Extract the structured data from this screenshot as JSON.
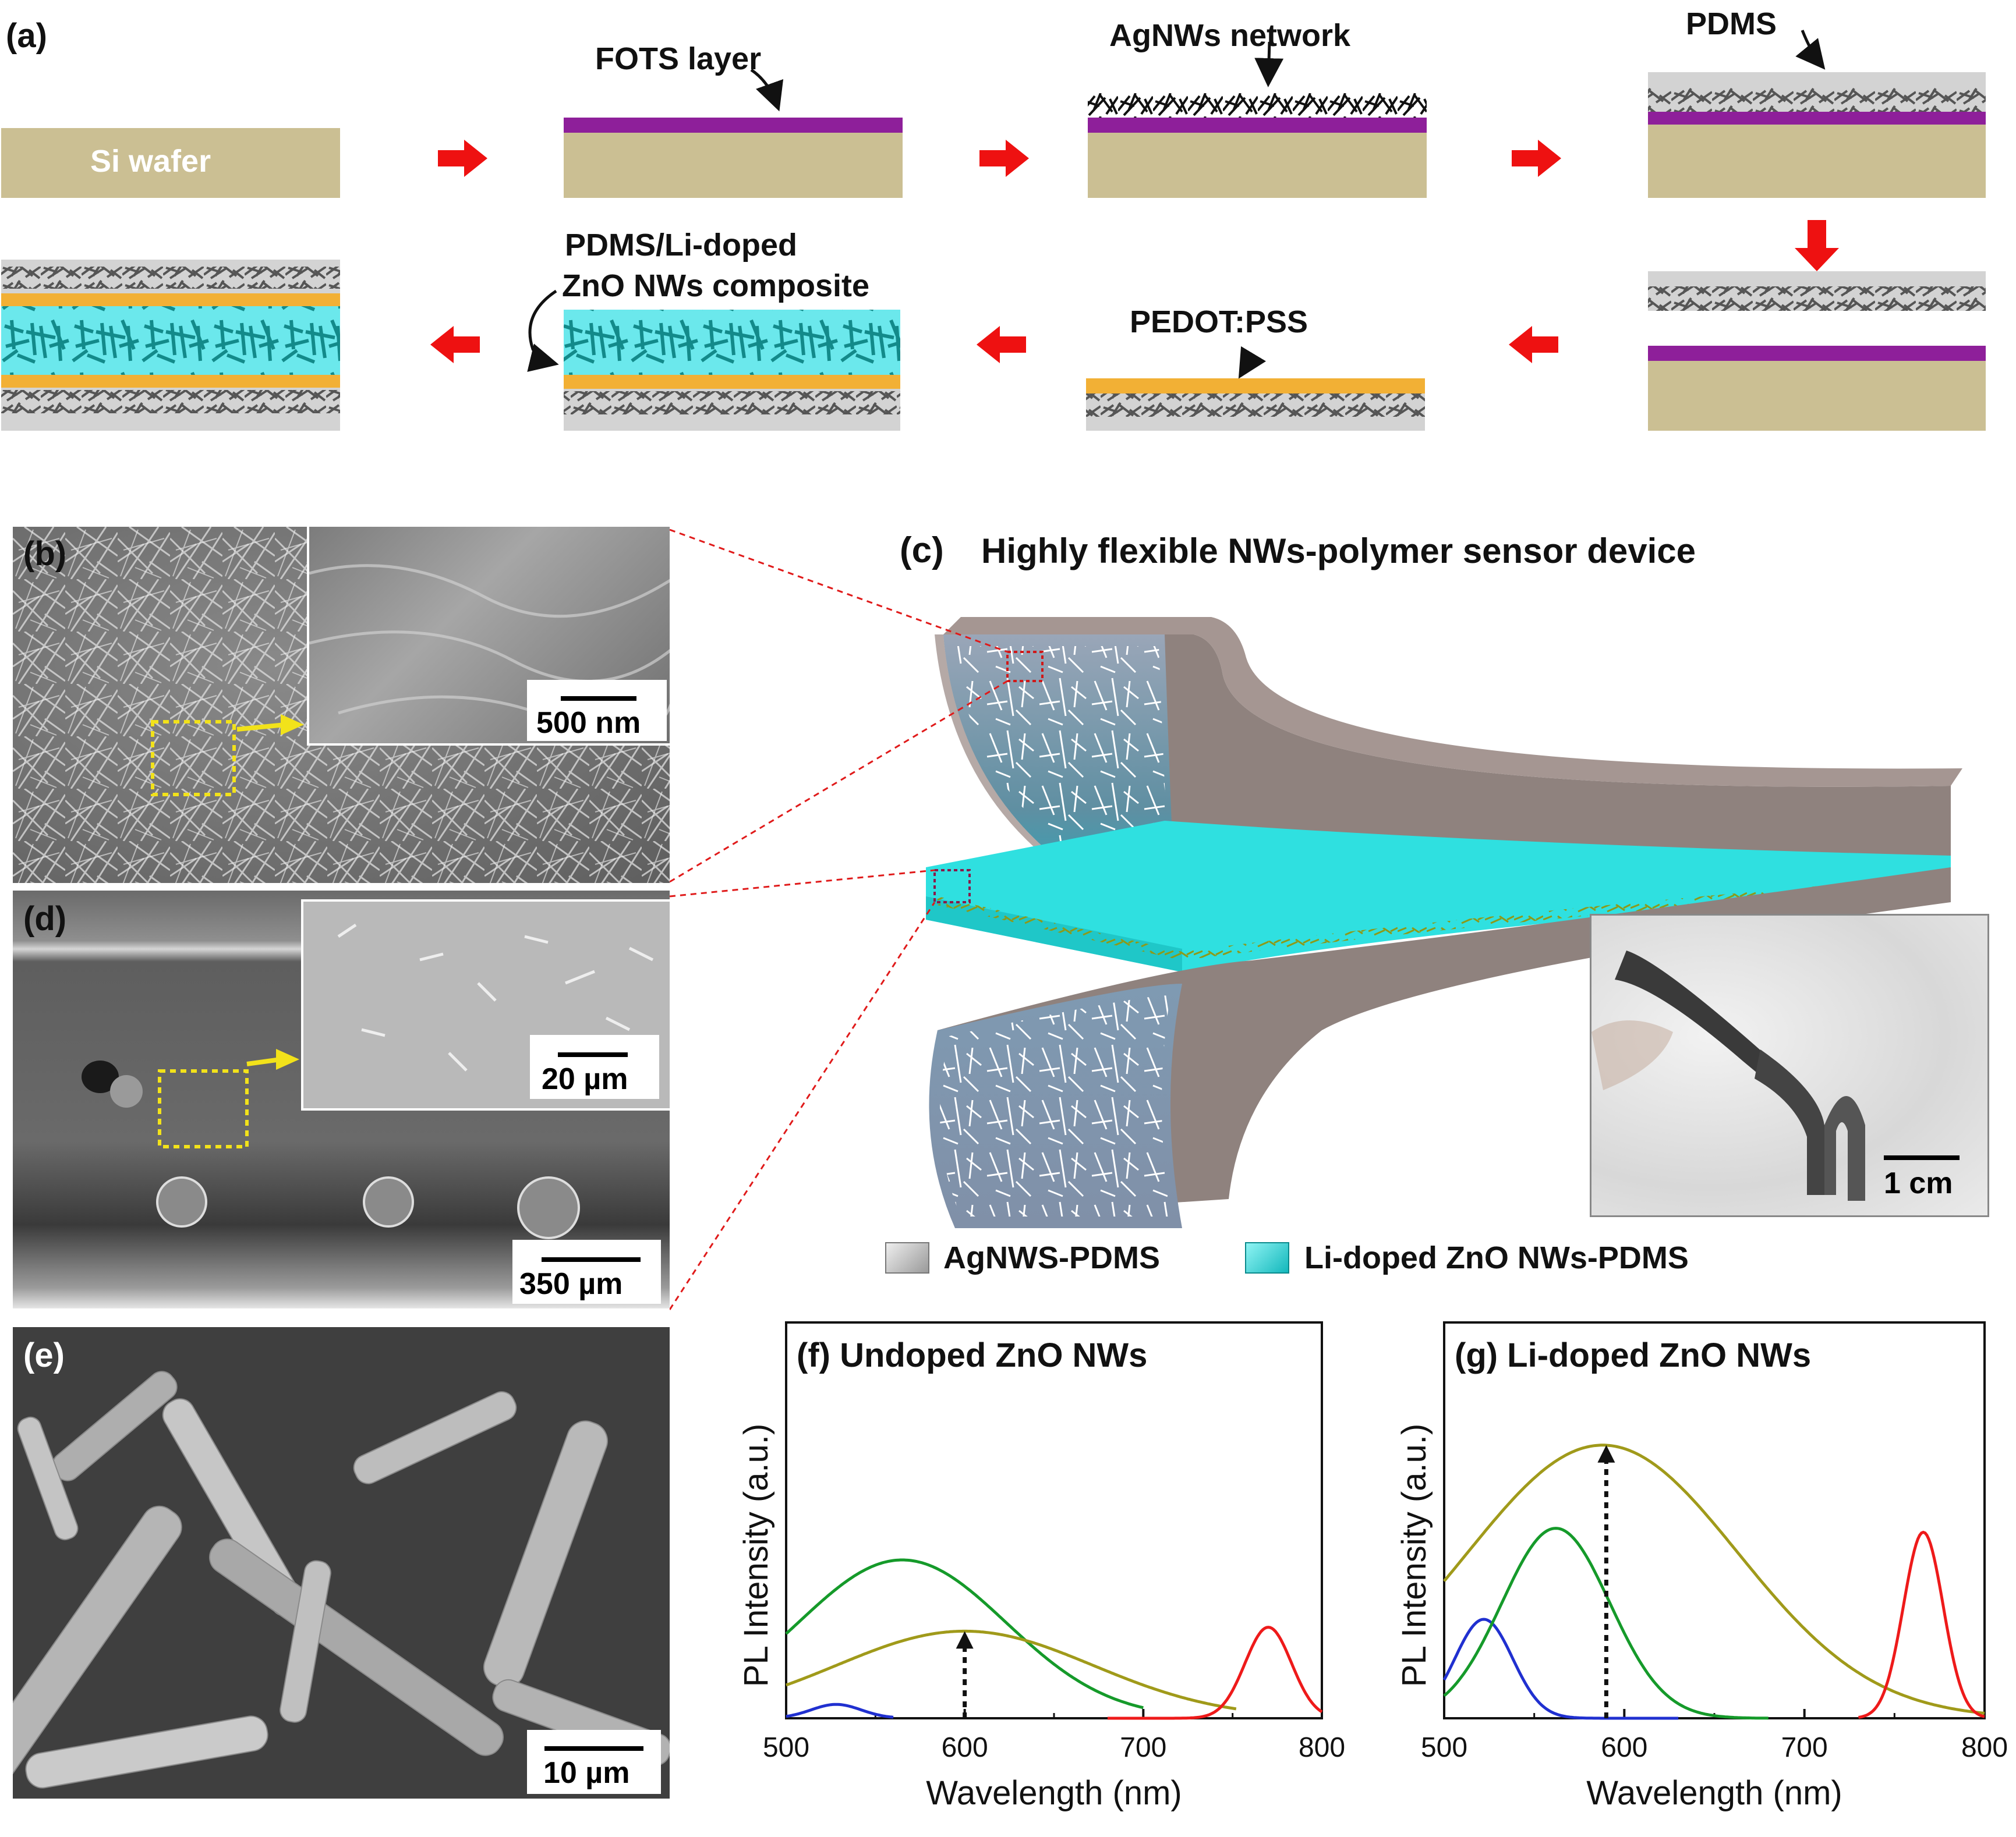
{
  "panel_a": {
    "label": "(a)",
    "si_wafer": "Si wafer",
    "fots_layer": "FOTS layer",
    "agnws_network": "AgNWs network",
    "pdms": "PDMS",
    "pedot_pss": "PEDOT:PSS",
    "composite_line1": "PDMS/Li-doped",
    "composite_line2": "ZnO NWs composite"
  },
  "panel_b": {
    "label": "(b)",
    "scale": "500 nm"
  },
  "panel_c": {
    "label": "(c)",
    "title": "Highly flexible NWs-polymer sensor device",
    "inset_scale": "1 cm",
    "legend": [
      {
        "label": "AgNWS-PDMS",
        "color": "#bdbdbd"
      },
      {
        "label": "Li-doped ZnO NWs-PDMS",
        "color": "#2fe0e0"
      }
    ]
  },
  "panel_d": {
    "label": "(d)",
    "scale_inset": "20 µm",
    "scale_main": "350 µm"
  },
  "panel_e": {
    "label": "(e)",
    "scale": "10 µm"
  },
  "colors": {
    "si": "#cbbf93",
    "fots": "#8e1f9a",
    "pdms": "#d3d3d3",
    "pedot": "#f2b035",
    "zno": "#6be8ec",
    "arrow": "#ee1111"
  },
  "chart_data": [
    {
      "panel": "(f)",
      "type": "line",
      "title": "Undoped ZnO NWs",
      "xlabel": "Wavelength (nm)",
      "ylabel": "PL Intensity (a.u.)",
      "xlim": [
        500,
        800
      ],
      "ylim": [
        0,
        1
      ],
      "xticks": [
        500,
        600,
        700,
        800
      ],
      "series": [
        {
          "color": "#2030d0",
          "peak_x": 528,
          "peak_y": 0.035,
          "sigma": 14,
          "x_range": [
            500,
            560
          ]
        },
        {
          "color": "#159a2a",
          "peak_x": 565,
          "peak_y": 0.4,
          "sigma": 58,
          "x_range": [
            500,
            700
          ]
        },
        {
          "color": "#a09a1a",
          "peak_x": 600,
          "peak_y": 0.22,
          "sigma": 72,
          "x_range": [
            500,
            752
          ]
        },
        {
          "color": "#ee1a1a",
          "peak_x": 770,
          "peak_y": 0.23,
          "sigma": 13,
          "x_range": [
            680,
            800
          ]
        }
      ],
      "annotation": {
        "type": "arrow",
        "x": 600,
        "y_from": 0.0,
        "y_to": 0.22
      }
    },
    {
      "panel": "(g)",
      "type": "line",
      "title": "Li-doped ZnO NWs",
      "xlabel": "Wavelength (nm)",
      "ylabel": "PL Intensity (a.u.)",
      "xlim": [
        500,
        800
      ],
      "ylim": [
        0,
        1
      ],
      "xticks": [
        500,
        600,
        700,
        800
      ],
      "series": [
        {
          "color": "#2030d0",
          "peak_x": 522,
          "peak_y": 0.25,
          "sigma": 16,
          "x_range": [
            500,
            630
          ]
        },
        {
          "color": "#159a2a",
          "peak_x": 562,
          "peak_y": 0.48,
          "sigma": 30,
          "x_range": [
            500,
            680
          ]
        },
        {
          "color": "#a09a1a",
          "peak_x": 588,
          "peak_y": 0.69,
          "sigma": 75,
          "x_range": [
            500,
            800
          ]
        },
        {
          "color": "#ee1a1a",
          "peak_x": 766,
          "peak_y": 0.47,
          "sigma": 11,
          "x_range": [
            730,
            800
          ]
        }
      ],
      "annotation": {
        "type": "arrow",
        "x": 590,
        "y_from": 0.0,
        "y_to": 0.69
      }
    }
  ]
}
